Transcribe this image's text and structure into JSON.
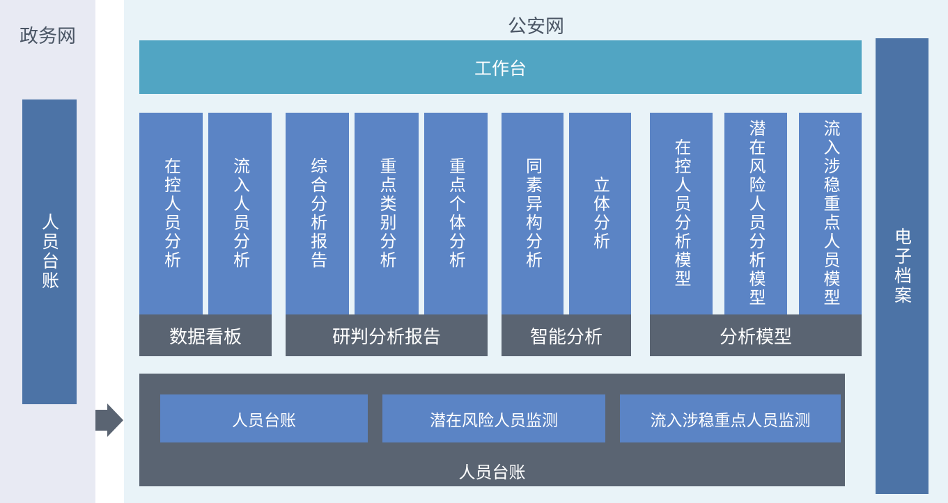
{
  "left_panel": {
    "title": "政务网",
    "bar_label": "人员台账"
  },
  "main_panel": {
    "title": "公安网",
    "workbench_label": "工作台",
    "groups": [
      {
        "label": "数据看板",
        "columns": [
          "在控人员分析",
          "流入人员分析"
        ]
      },
      {
        "label": "研判分析报告",
        "columns": [
          "综合分析报告",
          "重点类别分析",
          "重点个体分析"
        ]
      },
      {
        "label": "智能分析",
        "columns": [
          "同素异构分析",
          "立体分析"
        ]
      },
      {
        "label": "分析模型",
        "columns": [
          "在控人员分析模型",
          "潜在风险人员分析模型",
          "流入涉稳重点人员模型"
        ]
      }
    ],
    "bottom_box": {
      "buttons": [
        "人员台账",
        "潜在风险人员监测",
        "流入涉稳重点人员监测"
      ],
      "label": "人员台账"
    },
    "right_bar_label": "电子档案"
  },
  "colors": {
    "left_panel_bg": "#e8eaf3",
    "main_panel_bg": "#e9f3f8",
    "side_bar_blue": "#4c73a6",
    "column_blue": "#5b84c5",
    "teal": "#51a5c3",
    "dark_gray": "#5a6472",
    "title_text": "#4a5564"
  }
}
